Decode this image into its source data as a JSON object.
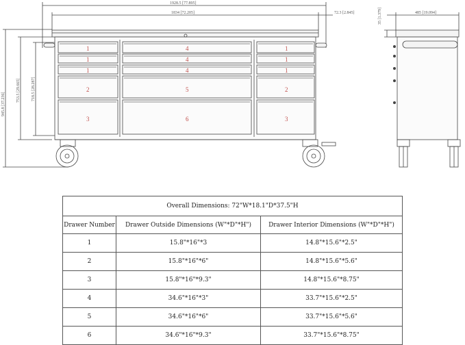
{
  "drawing": {
    "dims": {
      "overall_width": "1928.5 [77.895]",
      "top_width": "1834 [72.205]",
      "side_overhang": "72.3 [2.845]",
      "top_thickness": "35 [1.379]",
      "depth": "485 [19.094]",
      "total_height": "945.8 [37.236]",
      "body_height": "753.5 [29.665]",
      "drawer_height": "718.5 [28.287]"
    },
    "drawers": {
      "left": [
        "1",
        "1",
        "1",
        "2",
        "3"
      ],
      "center": [
        "4",
        "4",
        "4",
        "5",
        "6"
      ],
      "right": [
        "1",
        "1",
        "1",
        "2",
        "3"
      ]
    }
  },
  "table": {
    "title": "Overall Dimensions: 72\"W*18.1\"D*37.5\"H",
    "headers": [
      "Drawer Number",
      "Drawer Outside Dimensions (W\"*D\"*H\")",
      "Drawer Interior Dimensions (W\"*D\"*H\")"
    ],
    "rows": [
      {
        "num": "1",
        "outside": "15.8\"*16\"*3",
        "interior": "14.8\"*15.6\"*2.5\""
      },
      {
        "num": "2",
        "outside": "15.8\"*16\"*6\"",
        "interior": "14.8\"*15.6\"*5.6\""
      },
      {
        "num": "3",
        "outside": "15.8\"*16\"*9.3\"",
        "interior": "14.8\"*15.6\"*8.75\""
      },
      {
        "num": "4",
        "outside": "34.6\"*16\"*3\"",
        "interior": "33.7\"*15.6\"*2.5\""
      },
      {
        "num": "5",
        "outside": "34.6\"*16\"*6\"",
        "interior": "33.7\"*15.6\"*5.6\""
      },
      {
        "num": "6",
        "outside": "34.6\"*16\"*9.3\"",
        "interior": "33.7\"*15.6\"*8.75\""
      }
    ]
  }
}
